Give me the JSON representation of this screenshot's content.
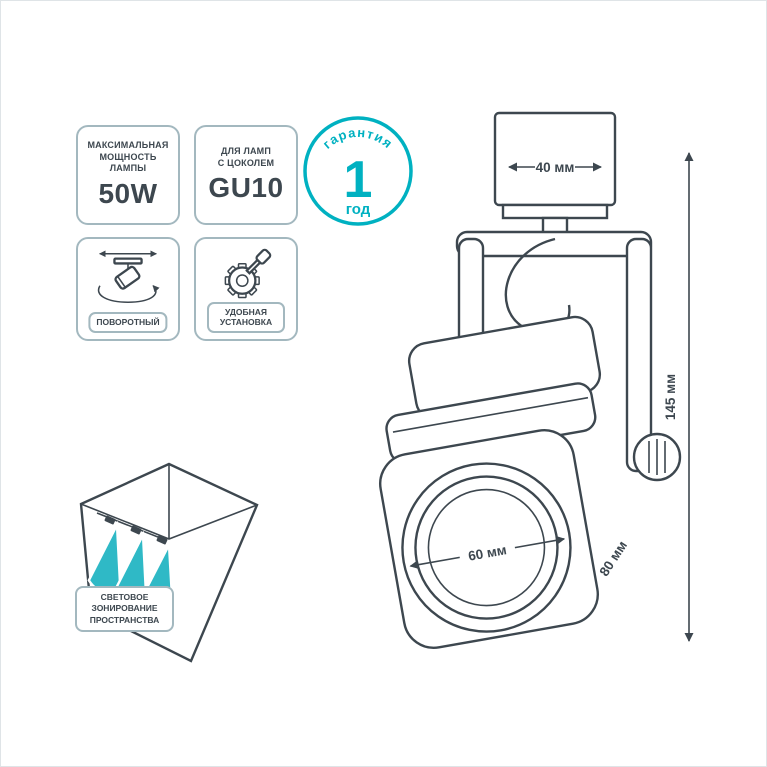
{
  "badges": {
    "power": {
      "caption": "МАКСИМАЛЬНАЯ\nМОЩНОСТЬ\nЛАМПЫ",
      "value": "50W"
    },
    "socket": {
      "caption": "ДЛЯ ЛАМП\nС ЦОКОЛЕМ",
      "value": "GU10"
    },
    "warranty": {
      "arc_label": "гарантия",
      "value": "1",
      "unit": "год"
    },
    "rotatable": {
      "label": "ПОВОРОТНЫЙ"
    },
    "easy_install": {
      "label": "УДОБНАЯ\nУСТАНОВКА"
    },
    "zoning": {
      "label": "СВЕТОВОЕ\nЗОНИРОВАНИЕ\nПРОСТРАНСТВА"
    }
  },
  "dimensions": {
    "width_top": "40 мм",
    "height": "145 мм",
    "depth": "80 мм",
    "diameter": "60 мм"
  },
  "colors": {
    "accent": "#00b1c1",
    "beam": "#2fb9c6",
    "line": "#3d474f",
    "badge_border": "#a3b8bf"
  }
}
